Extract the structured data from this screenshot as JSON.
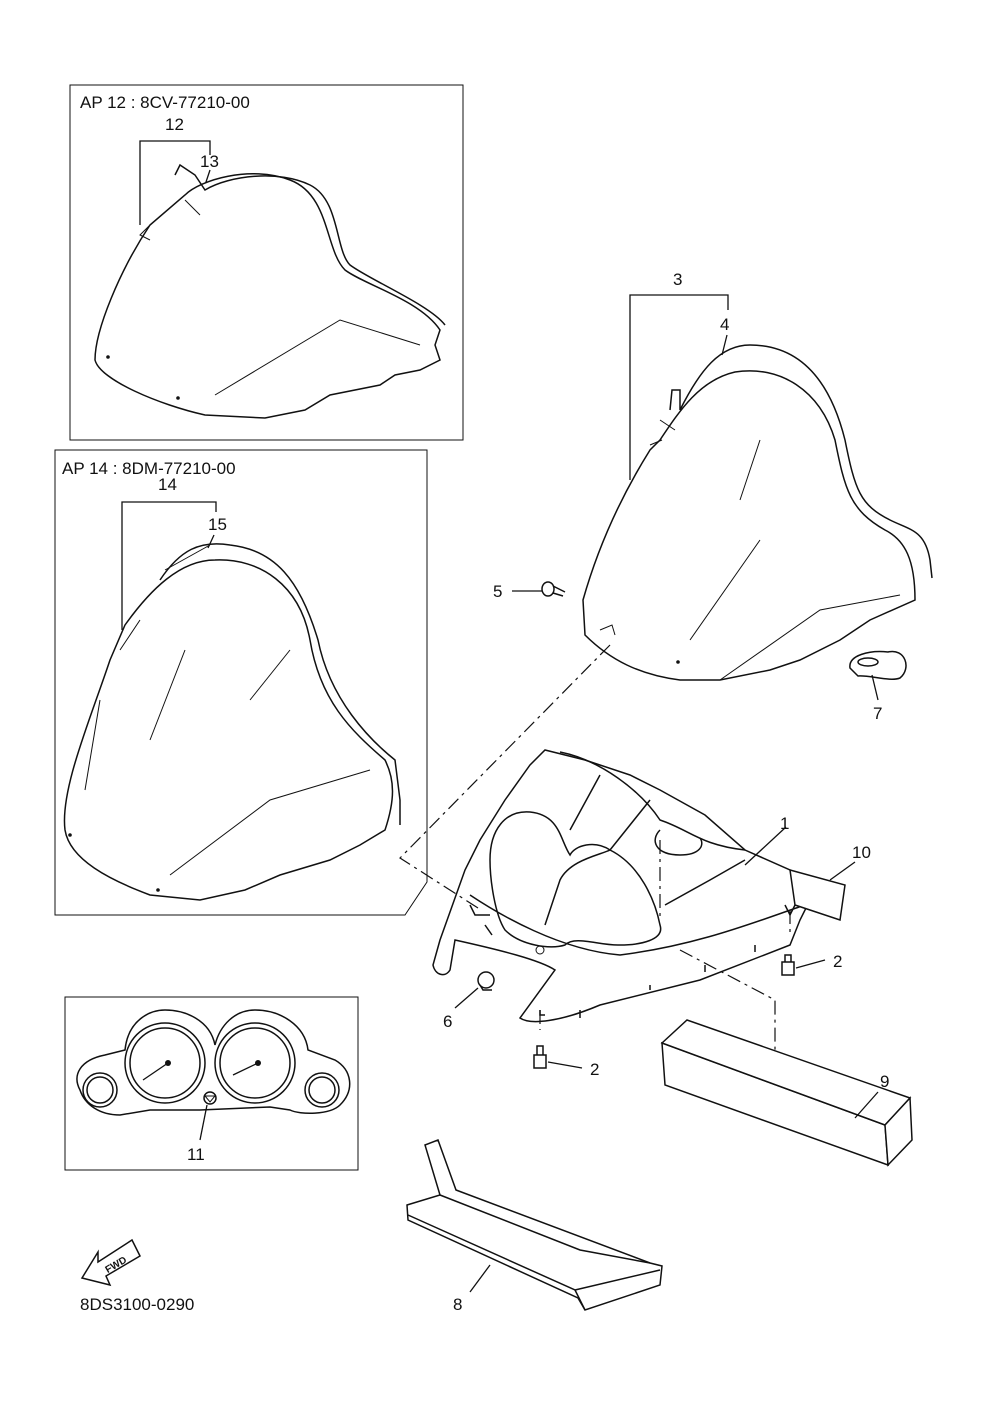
{
  "boxes": {
    "ap12": {
      "header": "AP  12 : 8CV-77210-00"
    },
    "ap14": {
      "header": "AP  14 : 8DM-77210-00"
    }
  },
  "callouts": {
    "c1": "1",
    "c2a": "2",
    "c2b": "2",
    "c3": "3",
    "c4": "4",
    "c5": "5",
    "c6": "6",
    "c7": "7",
    "c8": "8",
    "c9": "9",
    "c10": "10",
    "c11": "11",
    "c12": "12",
    "c13": "13",
    "c14": "14",
    "c15": "15"
  },
  "fwd_label": "FWD",
  "diagram_code": "8DS3100-0290"
}
